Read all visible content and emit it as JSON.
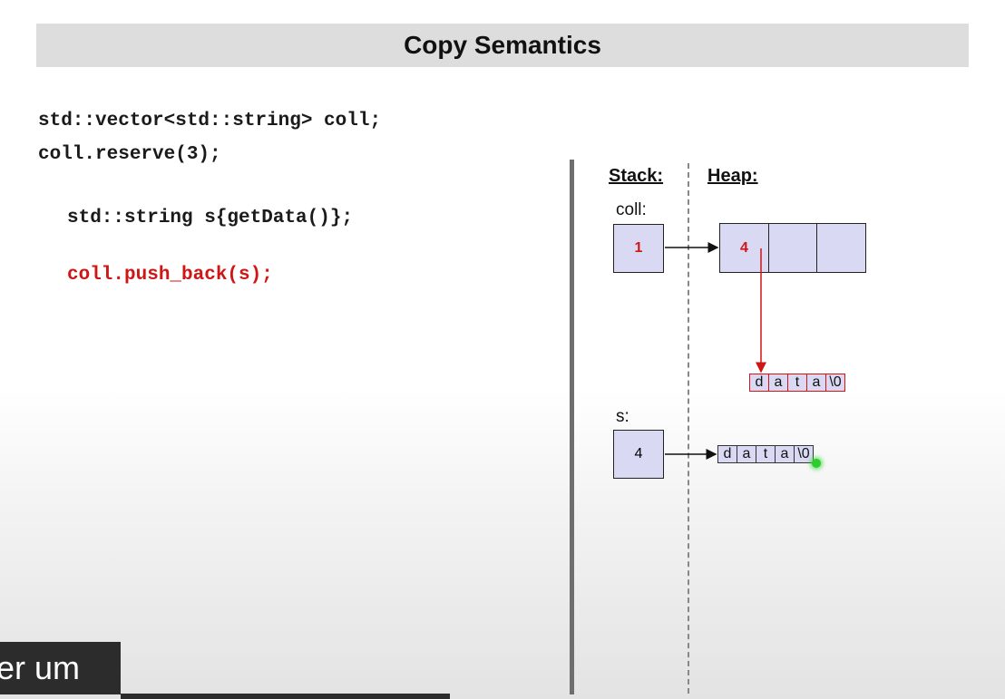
{
  "title": "Copy Semantics",
  "code": {
    "line1": "std::vector<std::string> coll;",
    "line2": "coll.reserve(3);",
    "line3": "std::string s{getData()};",
    "line4": "coll.push_back(s);"
  },
  "diagram": {
    "stack_header": "Stack:",
    "heap_header": "Heap:",
    "coll_label": "coll:",
    "coll_size": "1",
    "coll_elements": [
      "4",
      "",
      ""
    ],
    "coll_string_chars": [
      "d",
      "a",
      "t",
      "a",
      "\\0"
    ],
    "s_label": "s:",
    "s_size": "4",
    "s_string_chars": [
      "d",
      "a",
      "t",
      "a",
      "\\0"
    ]
  },
  "colors": {
    "highlight": "#d01515",
    "box_fill": "#d9d9f3",
    "title_bar": "#dddddd"
  },
  "subtitle": "er um"
}
